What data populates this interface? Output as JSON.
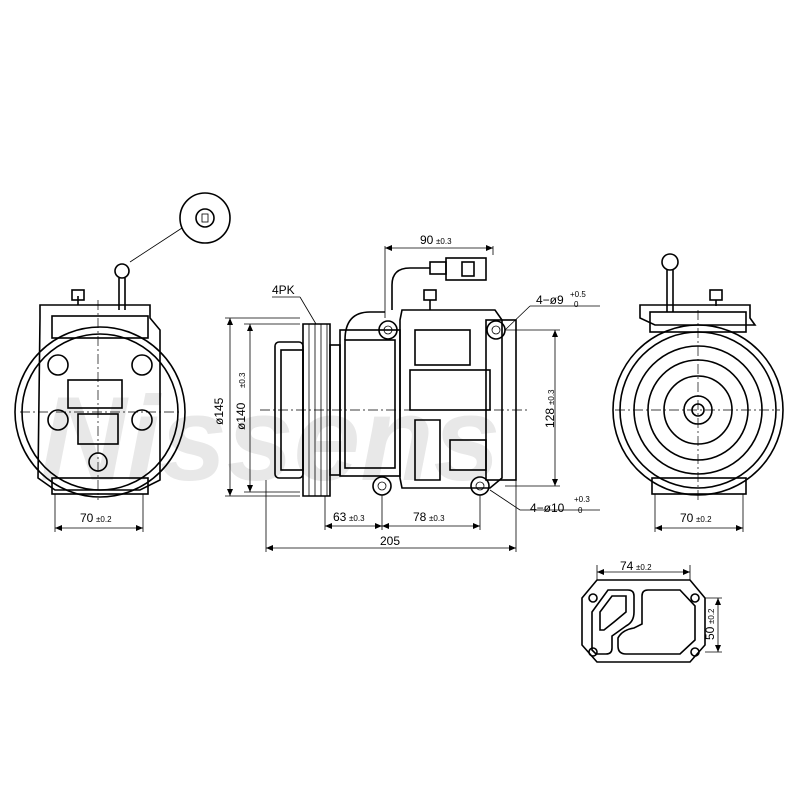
{
  "watermark": "Nissens",
  "labels": {
    "pulley": "4PK",
    "outer_dia": "ø145",
    "pulley_dia_main": "ø140",
    "pulley_dia_tol": "±0.3",
    "top_spacing_main": "90",
    "top_spacing_tol": "±0.3",
    "top_holes_main": "4−ø9",
    "top_holes_tol_up": "+0.5",
    "top_holes_tol_low": "0",
    "height_main": "128",
    "height_tol": "±0.3",
    "bottom_holes_main": "4−ø10",
    "bottom_holes_tol_up": "+0.3",
    "bottom_holes_tol_low": "0",
    "front_offset_main": "63",
    "front_offset_tol": "±0.3",
    "mount_spacing_main": "78",
    "mount_spacing_tol": "±0.3",
    "overall_length": "205",
    "left_width_main": "70",
    "left_width_tol": "±0.2",
    "right_width_main": "70",
    "right_width_tol": "±0.2",
    "flange_width_main": "74",
    "flange_width_tol": "±0.2",
    "flange_height_main": "50",
    "flange_height_tol": "±0.2"
  }
}
